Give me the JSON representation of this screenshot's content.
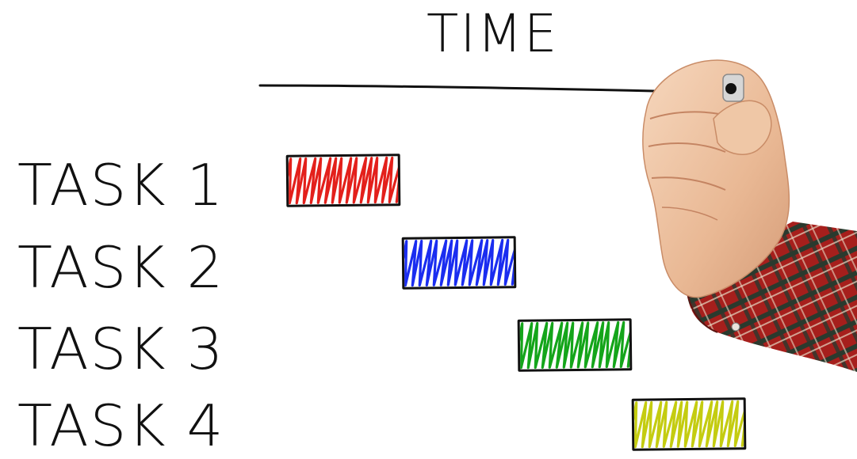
{
  "timeline": {
    "label": "TIME"
  },
  "tasks": [
    {
      "label": "TASK 1",
      "color": "#e3201b"
    },
    {
      "label": "TASK 2",
      "color": "#1a2df0"
    },
    {
      "label": "TASK 3",
      "color": "#14a51a"
    },
    {
      "label": "TASK 4",
      "color": "#c4cc10"
    }
  ]
}
